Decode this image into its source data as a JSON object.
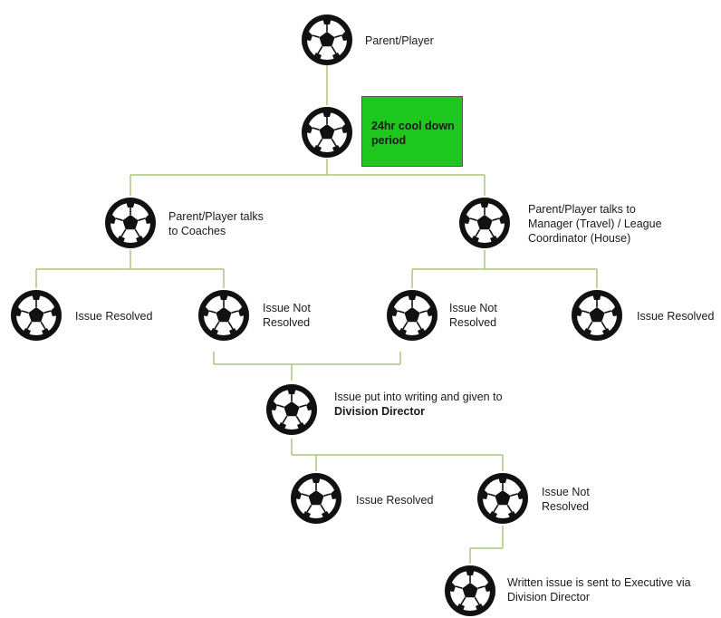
{
  "nodes": {
    "start": {
      "label": "Parent/Player",
      "icon": "soccer-ball-icon"
    },
    "cool_down": {
      "label": "24hr cool down period",
      "icon": "soccer-ball-icon",
      "box_color": "#1ec71e"
    },
    "coaches": {
      "label": "Parent/Player talks to Coaches",
      "icon": "soccer-ball-icon"
    },
    "manager": {
      "label": "Parent/Player talks to Manager (Travel) / League Coordinator (House)",
      "icon": "soccer-ball-icon"
    },
    "coaches_resolved": {
      "label": "Issue Resolved",
      "icon": "soccer-ball-icon"
    },
    "coaches_not_resolved": {
      "label": "Issue Not Resolved",
      "icon": "soccer-ball-icon"
    },
    "manager_not_resolved": {
      "label": "Issue Not Resolved",
      "icon": "soccer-ball-icon"
    },
    "manager_resolved": {
      "label": "Issue Resolved",
      "icon": "soccer-ball-icon"
    },
    "writing": {
      "label_line1": "Issue put into writing and given to",
      "label_line2": "Division Director",
      "icon": "soccer-ball-icon"
    },
    "director_resolved": {
      "label": "Issue Resolved",
      "icon": "soccer-ball-icon"
    },
    "director_not_resolved": {
      "label": "Issue Not Resolved",
      "icon": "soccer-ball-icon"
    },
    "executive": {
      "label": "Written issue is sent to Executive via Division Director",
      "icon": "soccer-ball-icon"
    }
  },
  "colors": {
    "connector": "#a8c878",
    "ball": "#111111",
    "highlight_box": "#1ec71e"
  }
}
